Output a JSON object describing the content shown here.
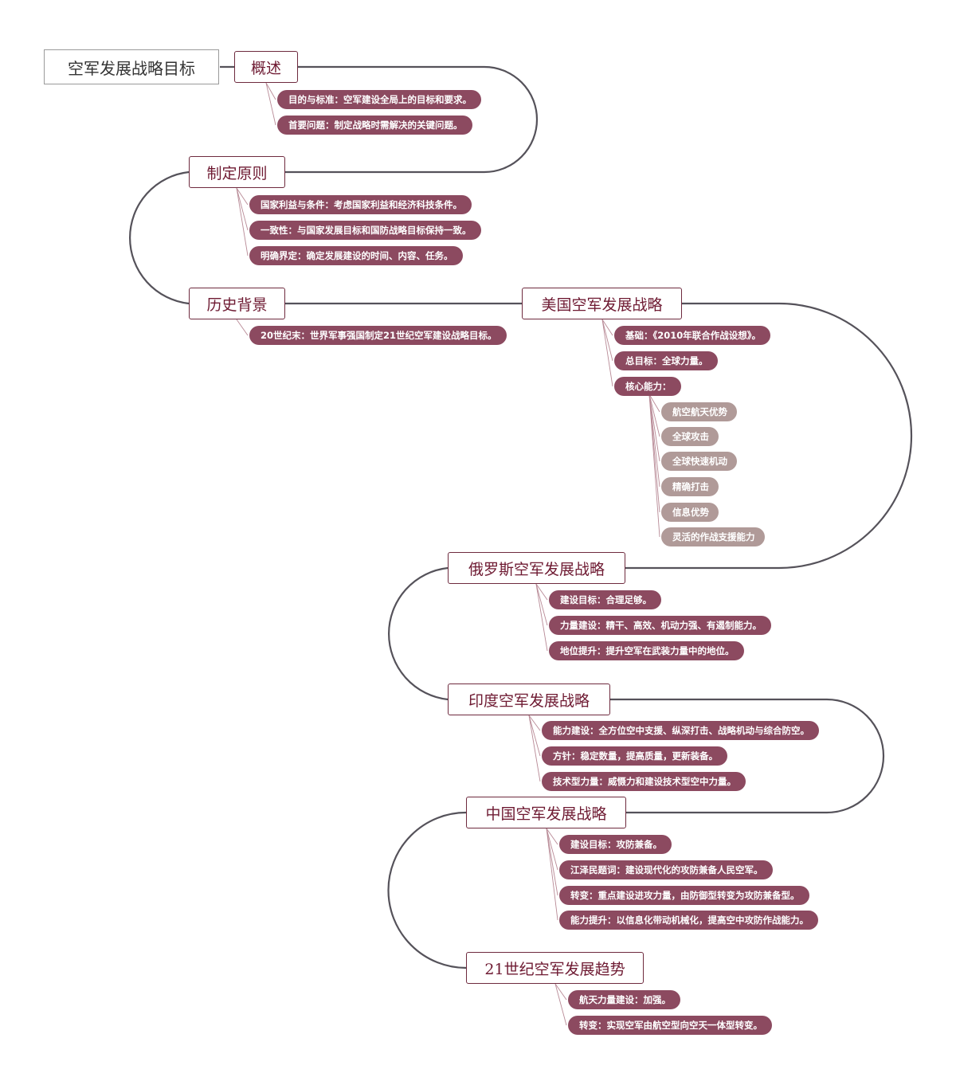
{
  "root": {
    "label": "空军发展战略目标"
  },
  "topics": [
    {
      "id": "overview",
      "label": "概述",
      "items": [
        {
          "text": "目的与标准：空军建设全局上的目标和要求。"
        },
        {
          "text": "首要问题：制定战略时需解决的关键问题。"
        }
      ]
    },
    {
      "id": "principles",
      "label": "制定原则",
      "items": [
        {
          "text": "国家利益与条件：考虑国家利益和经济科技条件。"
        },
        {
          "text": "一致性：与国家发展目标和国防战略目标保持一致。"
        },
        {
          "text": "明确界定：确定发展建设的时间、内容、任务。"
        }
      ]
    },
    {
      "id": "history",
      "label": "历史背景",
      "items": [
        {
          "text": "20世纪末：世界军事强国制定21世纪空军建设战略目标。"
        }
      ]
    },
    {
      "id": "usa",
      "label": "美国空军发展战略",
      "items": [
        {
          "text": "基础：《2010年联合作战设想》。"
        },
        {
          "text": "总目标：全球力量。"
        },
        {
          "text": "核心能力："
        }
      ],
      "sub_items": [
        {
          "text": "航空航天优势"
        },
        {
          "text": "全球攻击"
        },
        {
          "text": "全球快速机动"
        },
        {
          "text": "精确打击"
        },
        {
          "text": "信息优势"
        },
        {
          "text": "灵活的作战支援能力"
        }
      ]
    },
    {
      "id": "russia",
      "label": "俄罗斯空军发展战略",
      "items": [
        {
          "text": "建设目标：合理足够。"
        },
        {
          "text": "力量建设：精干、高效、机动力强、有遏制能力。"
        },
        {
          "text": "地位提升：提升空军在武装力量中的地位。"
        }
      ]
    },
    {
      "id": "india",
      "label": "印度空军发展战略",
      "items": [
        {
          "text": "能力建设：全方位空中支援、纵深打击、战略机动与综合防空。"
        },
        {
          "text": "方针：稳定数量，提高质量，更新装备。"
        },
        {
          "text": "技术型力量：威慑力和建设技术型空中力量。"
        }
      ]
    },
    {
      "id": "china",
      "label": "中国空军发展战略",
      "items": [
        {
          "text": "建设目标：攻防兼备。"
        },
        {
          "text": "江泽民题词：建设现代化的攻防兼备人民空军。"
        },
        {
          "text": "转变：重点建设进攻力量，由防御型转变为攻防兼备型。"
        },
        {
          "text": "能力提升：以信息化带动机械化，提高空中攻防作战能力。"
        }
      ]
    },
    {
      "id": "trend",
      "label": "21世纪空军发展趋势",
      "items": [
        {
          "text": "航天力量建设：加强。"
        },
        {
          "text": "转变：实现空军由航空型向空天一体型转变。"
        }
      ]
    }
  ],
  "colors": {
    "topic_border": "#6e2a3e",
    "topic_text": "#6e1a32",
    "pill_dark": "#8c4a60",
    "pill_light": "#b09a98",
    "connector": "#55525a"
  }
}
